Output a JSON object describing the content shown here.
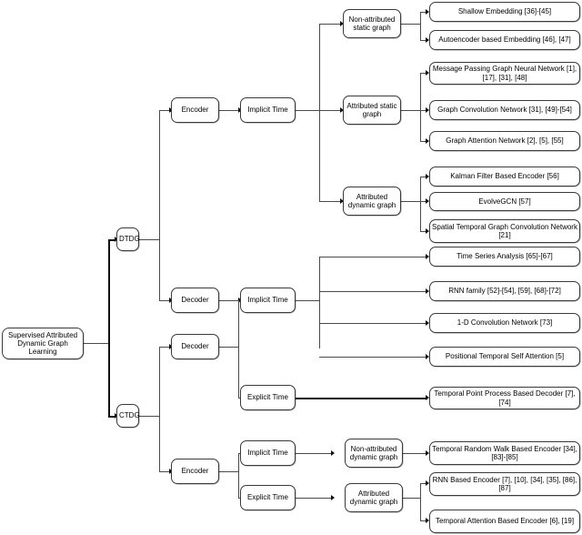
{
  "diagram": {
    "title": "Supervised Attributed Dynamic Graph Learning taxonomy",
    "type": "tree-flowchart",
    "root": {
      "id": "root",
      "label": "Supervised Attributed Dynamic Graph Learning"
    },
    "level1": [
      {
        "id": "dtdg",
        "label": "DTDG"
      },
      {
        "id": "ctdg",
        "label": "CTDG"
      }
    ],
    "level2": [
      {
        "id": "dtdg-encoder",
        "label": "Encoder"
      },
      {
        "id": "dtdg-decoder",
        "label": "Decoder"
      },
      {
        "id": "ctdg-decoder",
        "label": "Decoder"
      },
      {
        "id": "ctdg-encoder",
        "label": "Encoder"
      }
    ],
    "level3": [
      {
        "id": "dtdg-enc-implicit",
        "label": "Implicit Time"
      },
      {
        "id": "dtdg-dec-implicit",
        "label": "Implicit Time"
      },
      {
        "id": "ctdg-dec-explicit",
        "label": "Explicit Time"
      },
      {
        "id": "ctdg-enc-implicit",
        "label": "Implicit Time"
      },
      {
        "id": "ctdg-enc-explicit",
        "label": "Explicit Time"
      }
    ],
    "level4": [
      {
        "id": "non-attr-static",
        "label": "Non-attributed static graph"
      },
      {
        "id": "attr-static",
        "label": "Attributed static graph"
      },
      {
        "id": "attr-dynamic",
        "label": "Attributed dynamic graph"
      },
      {
        "id": "non-attr-dynamic",
        "label": "Non-attributed dynamic graph"
      },
      {
        "id": "attr-dynamic-2",
        "label": "Attributed dynamic graph"
      }
    ],
    "leaves": [
      {
        "id": "shallow-embedding",
        "label": "Shallow Embedding [36]-[45]"
      },
      {
        "id": "autoencoder-embedding",
        "label": "Autoencoder based Embedding [46], [47]"
      },
      {
        "id": "message-passing-gnn",
        "label": "Message Passing Graph Neural Network [1], [17], [31], [48]"
      },
      {
        "id": "graph-convolution-network",
        "label": "Graph Convolution Network [31], [49]-[54]"
      },
      {
        "id": "graph-attention-network",
        "label": "Graph Attention Network [2], [5], [55]"
      },
      {
        "id": "kalman-filter-encoder",
        "label": "Kalman Filter Based Encoder [56]"
      },
      {
        "id": "evolvegcn",
        "label": "EvolveGCN [57]"
      },
      {
        "id": "spatial-temporal-gcn",
        "label": "Spatial Temporal Graph Convolution Network [21]"
      },
      {
        "id": "time-series-analysis",
        "label": "Time Series Analysis [65]-[67]"
      },
      {
        "id": "rnn-family",
        "label": "RNN family [52]-[54], [59], [68]-[72]"
      },
      {
        "id": "1d-convolution-network",
        "label": "1-D Convolution Network [73]"
      },
      {
        "id": "positional-temporal-self-attention",
        "label": "Positional Temporal Self Attention [5]"
      },
      {
        "id": "temporal-point-process-decoder",
        "label": "Temporal Point Process Based Decoder [7], [74]"
      },
      {
        "id": "temporal-random-walk-encoder",
        "label": "Temporal Random Walk Based Encoder [34], [83]-[85]"
      },
      {
        "id": "rnn-based-encoder",
        "label": "RNN Based Encoder [7], [10], [34], [35], [86], [87]"
      },
      {
        "id": "temporal-attention-encoder",
        "label": "Temporal Attention Based Encoder [6], [19]"
      }
    ],
    "colors": {
      "node_border": "#3a3a3a",
      "node_fill": "#ffffff",
      "connector": "#4a4a4a",
      "text": "#000000",
      "background": "#ffffff"
    }
  }
}
